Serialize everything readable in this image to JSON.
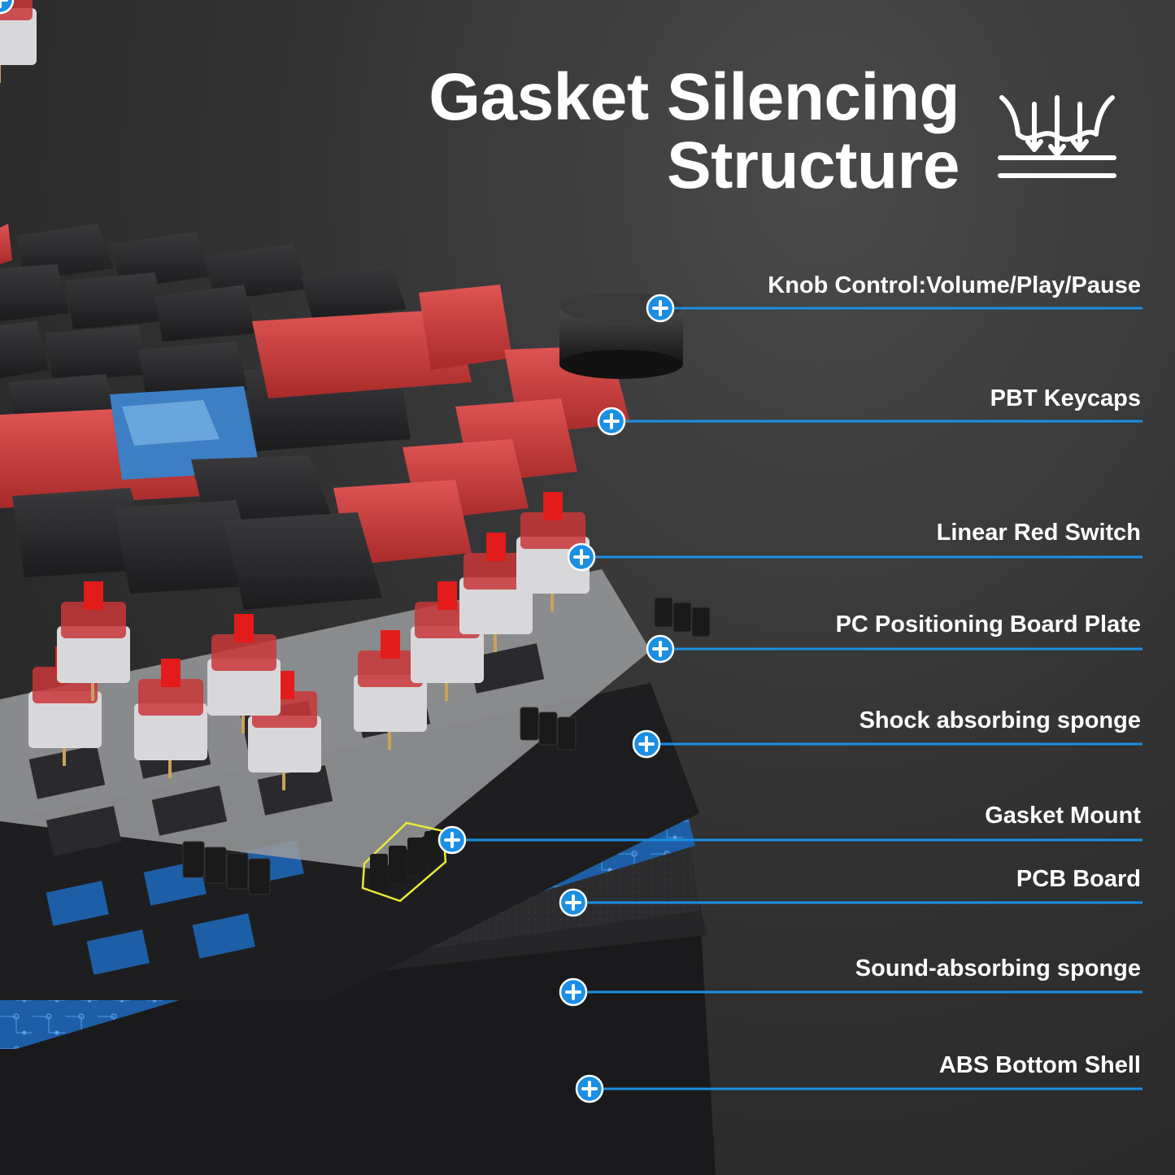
{
  "title": {
    "line1": "Gasket Silencing",
    "line2": "Structure"
  },
  "icons": {
    "header": "gasket-silencing-icon",
    "marker": "plus-marker-icon"
  },
  "colors": {
    "accent": "#1a8fe3",
    "keycap_red": "#c83a3a",
    "keycap_black": "#2b2b2d",
    "switch_red": "#e31b1b",
    "pcb_blue": "#1c5fa8"
  },
  "layers": [
    {
      "label": "Knob Control:Volume/Play/Pause"
    },
    {
      "label": "PBT Keycaps"
    },
    {
      "label": "Linear Red Switch"
    },
    {
      "label": "PC Positioning Board Plate"
    },
    {
      "label": "Shock absorbing sponge"
    },
    {
      "label": "Gasket Mount"
    },
    {
      "label": "PCB Board"
    },
    {
      "label": "Sound-absorbing sponge"
    },
    {
      "label": "ABS Bottom Shell"
    }
  ]
}
